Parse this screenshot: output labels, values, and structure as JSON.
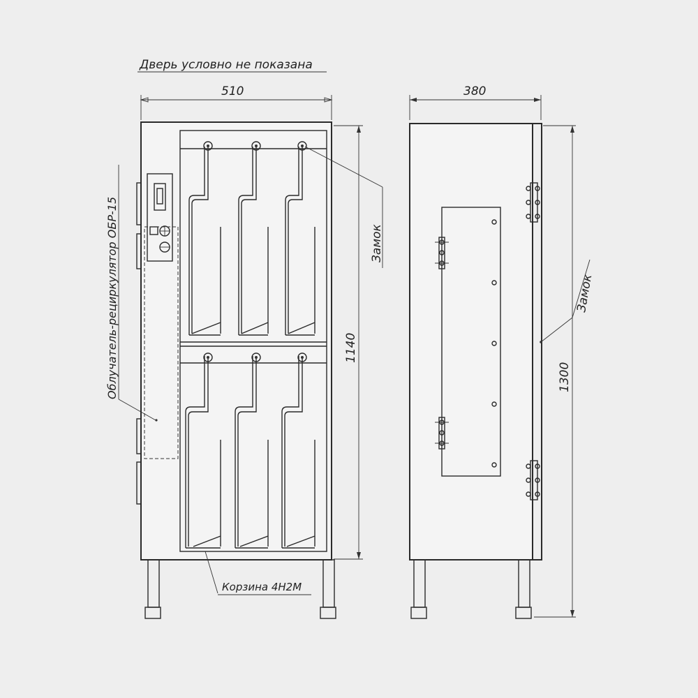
{
  "drawing": {
    "note": "Дверь условно не показана",
    "front_width": "510",
    "side_width": "380",
    "front_height": "1140",
    "side_height": "1300",
    "label_lock_front": "Замок",
    "label_lock_side": "Замок",
    "label_irradiator": "Облучатель-рециркулятор ОБР-15",
    "label_basket": "Корзина 4Н2М"
  }
}
